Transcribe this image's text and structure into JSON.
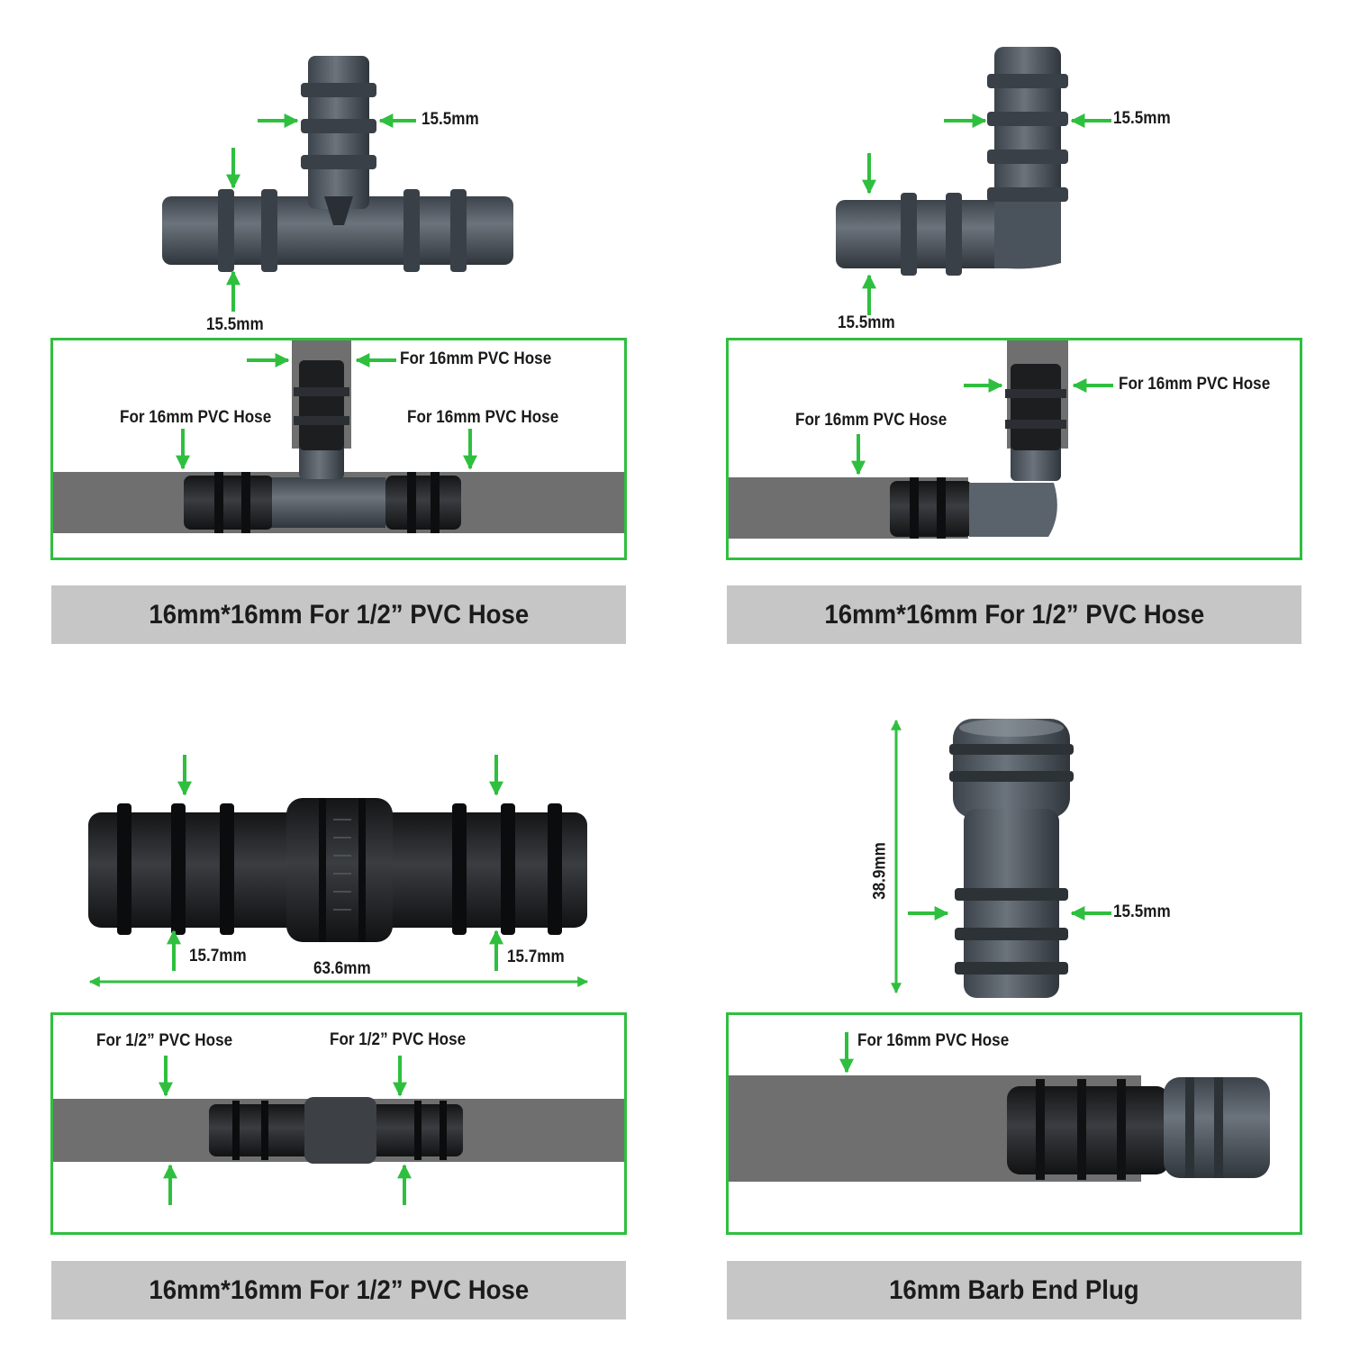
{
  "colors": {
    "accent_green": "#2fbf3f",
    "hose_gray": "#6f6f6f",
    "caption_bg": "#c6c6c6",
    "fitting_gray": "#4e5660",
    "fitting_black": "#1f2124"
  },
  "panels": [
    {
      "id": "tee",
      "dims": {
        "top_diameter": "15.5mm",
        "side_diameter": "15.5mm"
      },
      "labels": {
        "top": "For 16mm PVC Hose",
        "left": "For 16mm PVC Hose",
        "right": "For 16mm PVC Hose"
      },
      "caption": "16mm*16mm For 1/2” PVC Hose"
    },
    {
      "id": "elbow",
      "dims": {
        "top_diameter": "15.5mm",
        "side_diameter": "15.5mm"
      },
      "labels": {
        "top": "For 16mm PVC Hose",
        "left": "For 16mm PVC Hose"
      },
      "caption": "16mm*16mm For 1/2” PVC Hose"
    },
    {
      "id": "straight",
      "dims": {
        "left_diameter": "15.7mm",
        "right_diameter": "15.7mm",
        "length": "63.6mm"
      },
      "labels": {
        "left": "For 1/2” PVC Hose",
        "right": "For 1/2” PVC Hose"
      },
      "caption": "16mm*16mm For 1/2” PVC Hose"
    },
    {
      "id": "end-plug",
      "dims": {
        "height": "38.9mm",
        "diameter": "15.5mm"
      },
      "labels": {
        "left": "For 16mm PVC Hose"
      },
      "caption": "16mm Barb End Plug"
    }
  ]
}
